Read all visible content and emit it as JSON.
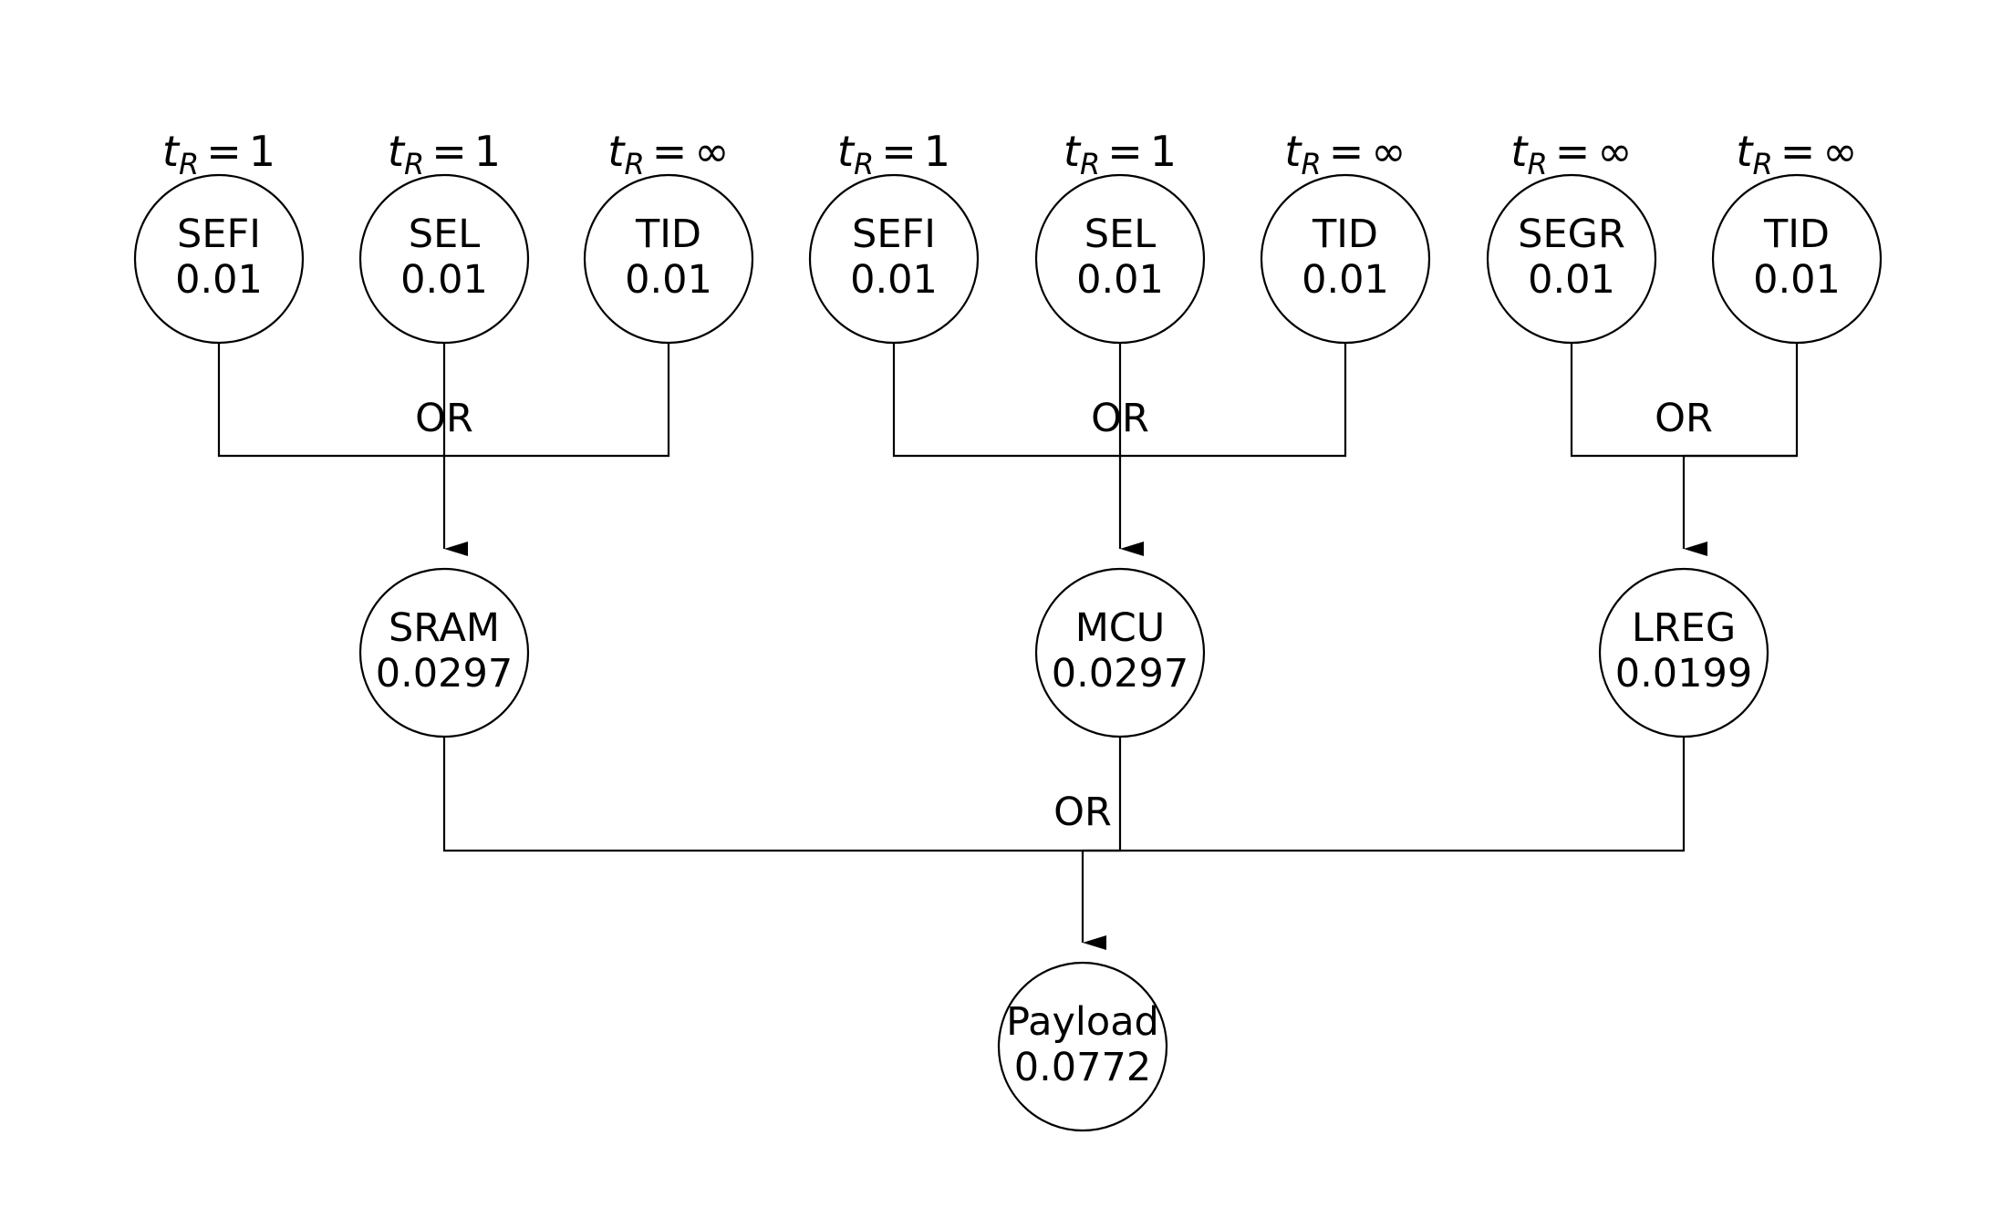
{
  "colors": {
    "stroke": "#000000",
    "background": "#ffffff",
    "text": "#000000"
  },
  "leaves": [
    {
      "name": "SEFI",
      "value": "0.01",
      "tr_var": "t",
      "tr_sub": "R",
      "tr_rel": "=",
      "tr_val": "1"
    },
    {
      "name": "SEL",
      "value": "0.01",
      "tr_var": "t",
      "tr_sub": "R",
      "tr_rel": "=",
      "tr_val": "1"
    },
    {
      "name": "TID",
      "value": "0.01",
      "tr_var": "t",
      "tr_sub": "R",
      "tr_rel": "=",
      "tr_val": "∞"
    },
    {
      "name": "SEFI",
      "value": "0.01",
      "tr_var": "t",
      "tr_sub": "R",
      "tr_rel": "=",
      "tr_val": "1"
    },
    {
      "name": "SEL",
      "value": "0.01",
      "tr_var": "t",
      "tr_sub": "R",
      "tr_rel": "=",
      "tr_val": "1"
    },
    {
      "name": "TID",
      "value": "0.01",
      "tr_var": "t",
      "tr_sub": "R",
      "tr_rel": "=",
      "tr_val": "∞"
    },
    {
      "name": "SEGR",
      "value": "0.01",
      "tr_var": "t",
      "tr_sub": "R",
      "tr_rel": "=",
      "tr_val": "∞"
    },
    {
      "name": "TID",
      "value": "0.01",
      "tr_var": "t",
      "tr_sub": "R",
      "tr_rel": "=",
      "tr_val": "∞"
    }
  ],
  "mid_nodes": [
    {
      "name": "SRAM",
      "value": "0.0297"
    },
    {
      "name": "MCU",
      "value": "0.0297"
    },
    {
      "name": "LREG",
      "value": "0.0199"
    }
  ],
  "gates": [
    "OR",
    "OR",
    "OR",
    "OR"
  ],
  "root": {
    "name": "Payload",
    "value": "0.0772"
  }
}
